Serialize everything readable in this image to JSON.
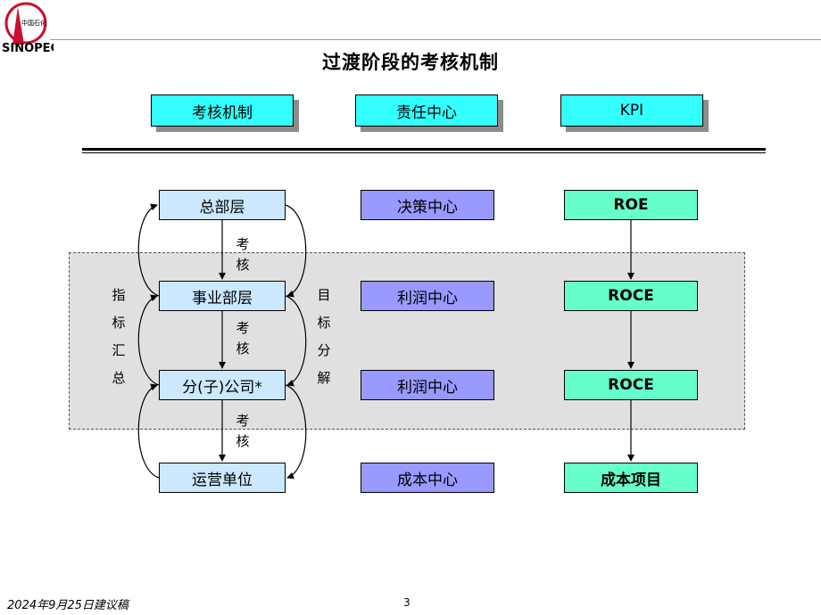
{
  "logo": {
    "name": "sinopec-logo-icon",
    "text": "中国石化",
    "brand": "SINOPEC",
    "color": "#c8102e"
  },
  "title": "过渡阶段的考核机制",
  "headers": [
    "考核机制",
    "责任中心",
    "KPI"
  ],
  "levels": [
    "总部层",
    "事业部层",
    "分(子)公司*",
    "运营单位"
  ],
  "centers": [
    "决策中心",
    "利润中心",
    "利润中心",
    "成本中心"
  ],
  "kpis": [
    "ROE",
    "ROCE",
    "ROCE",
    "成本项目"
  ],
  "assess_labels": [
    [
      "考",
      "核"
    ],
    [
      "考",
      "核"
    ],
    [
      "考",
      "核"
    ]
  ],
  "left_side_label": [
    "指",
    "标",
    "汇",
    "总"
  ],
  "right_side_label": [
    "目",
    "标",
    "分",
    "解"
  ],
  "footer": {
    "date": "2024年9月25日建议稿",
    "page": "3"
  },
  "colors": {
    "header": "#33ffff",
    "level": "#cce8ff",
    "center": "#9999ff",
    "kpi": "#66ffcc",
    "gray_band": "#e0e0e0"
  }
}
